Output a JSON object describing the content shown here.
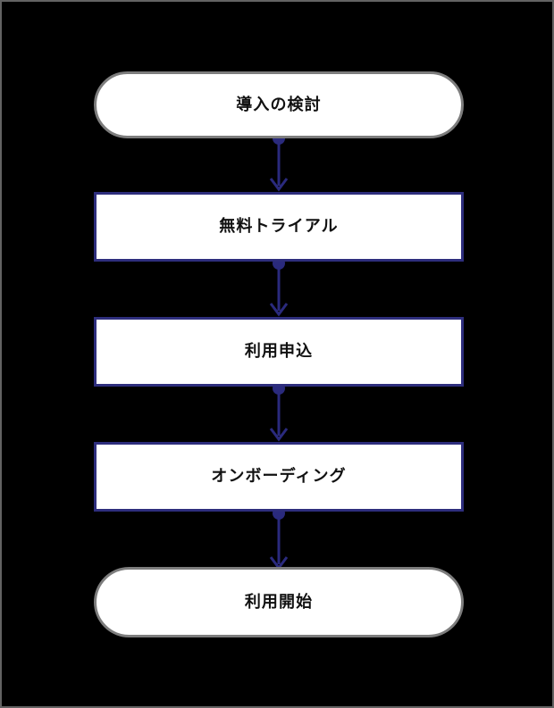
{
  "diagram": {
    "type": "flowchart",
    "orientation": "top-to-bottom",
    "background_color": "#000000",
    "frame_border_color": "#636363",
    "node_fill_color": "#ffffff",
    "terminal_border_color": "#7d7d7d",
    "process_border_color": "#2e2e7d",
    "connector_color": "#2a2a7d",
    "label_color": "#111111",
    "nodes": [
      {
        "id": "node-1",
        "shape": "stadium",
        "role": "terminal-start",
        "label": "導入の検討"
      },
      {
        "id": "node-2",
        "shape": "rectangle",
        "role": "process",
        "label": "無料トライアル"
      },
      {
        "id": "node-3",
        "shape": "rectangle",
        "role": "process",
        "label": "利用申込"
      },
      {
        "id": "node-4",
        "shape": "rectangle",
        "role": "process",
        "label": "オンボーディング"
      },
      {
        "id": "node-5",
        "shape": "stadium",
        "role": "terminal-end",
        "label": "利用開始"
      }
    ],
    "edges": [
      {
        "id": "edge-1",
        "from": "node-1",
        "to": "node-2",
        "label": "",
        "marker_start": "dot",
        "marker_end": "arrow"
      },
      {
        "id": "edge-2",
        "from": "node-2",
        "to": "node-3",
        "label": "",
        "marker_start": "dot",
        "marker_end": "arrow"
      },
      {
        "id": "edge-3",
        "from": "node-3",
        "to": "node-4",
        "label": "",
        "marker_start": "dot",
        "marker_end": "arrow"
      },
      {
        "id": "edge-4",
        "from": "node-4",
        "to": "node-5",
        "label": "",
        "marker_start": "dot",
        "marker_end": "arrow"
      }
    ]
  }
}
